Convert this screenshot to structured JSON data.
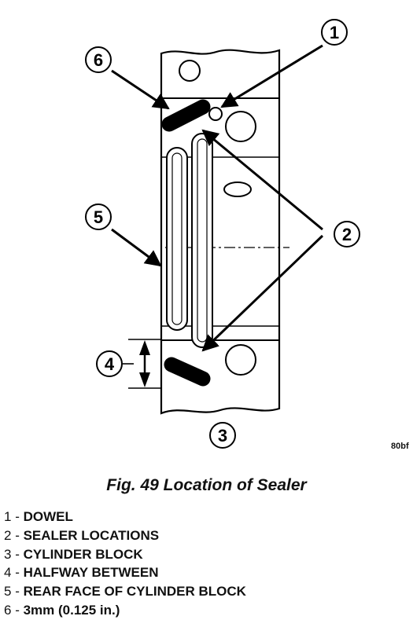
{
  "callouts": [
    {
      "number": "1"
    },
    {
      "number": "2"
    },
    {
      "number": "3"
    },
    {
      "number": "4"
    },
    {
      "number": "5"
    },
    {
      "number": "6"
    }
  ],
  "figure_code": "80bf",
  "caption": "Fig. 49 Location of Sealer",
  "legend": [
    {
      "num": "1",
      "sep": " - ",
      "text": "DOWEL"
    },
    {
      "num": "2",
      "sep": " - ",
      "text": "SEALER LOCATIONS"
    },
    {
      "num": "3",
      "sep": " - ",
      "text": "CYLINDER BLOCK"
    },
    {
      "num": "4",
      "sep": " - ",
      "text": "HALFWAY BETWEEN"
    },
    {
      "num": "5",
      "sep": " - ",
      "text": "REAR FACE OF CYLINDER BLOCK"
    },
    {
      "num": "6",
      "sep": " - ",
      "text": "3mm (0.125 in.)"
    }
  ]
}
